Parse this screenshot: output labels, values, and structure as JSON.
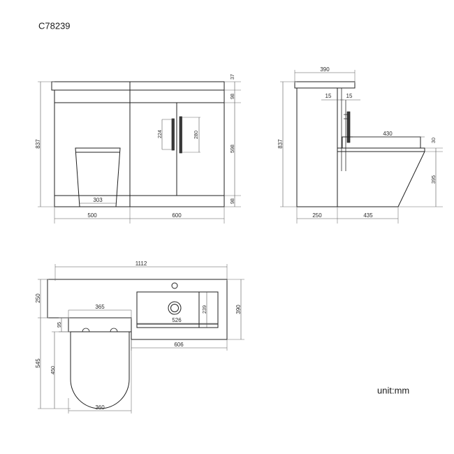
{
  "sheet": {
    "drawing_number": "C78239",
    "unit_note": "unit:mm",
    "background": "#ffffff",
    "line_color": "#1f1f1f",
    "dim_color": "#555555"
  },
  "views": {
    "front": {
      "name": "front-elevation",
      "dimensions": {
        "overall_height": "837",
        "top_counter_thickness": "37",
        "upper_band": "98",
        "door_height": "598",
        "plinth_height": "98",
        "toilet_base_width": "303",
        "toilet_section_width": "500",
        "cabinet_section_width": "600",
        "handle_long": "224",
        "handle_short": "280"
      }
    },
    "side": {
      "name": "side-elevation",
      "dimensions": {
        "top_depth": "390",
        "overall_height": "837",
        "panel_gap_left": "15",
        "panel_gap_right": "15",
        "cistern_top_length": "430",
        "rim_thickness": "30",
        "pan_height": "395",
        "cabinet_depth": "250",
        "toilet_projection": "435"
      }
    },
    "plan": {
      "name": "plan-view",
      "dimensions": {
        "overall_width": "1112",
        "left_depth": "250",
        "right_depth": "390",
        "toilet_cistern_width": "365",
        "offset_95": "95",
        "basin_bowl_depth": "239",
        "basin_bowl_width": "526",
        "basin_section_width": "606",
        "toilet_total_depth": "545",
        "toilet_pan_depth": "450",
        "toilet_pan_width": "360"
      }
    }
  }
}
